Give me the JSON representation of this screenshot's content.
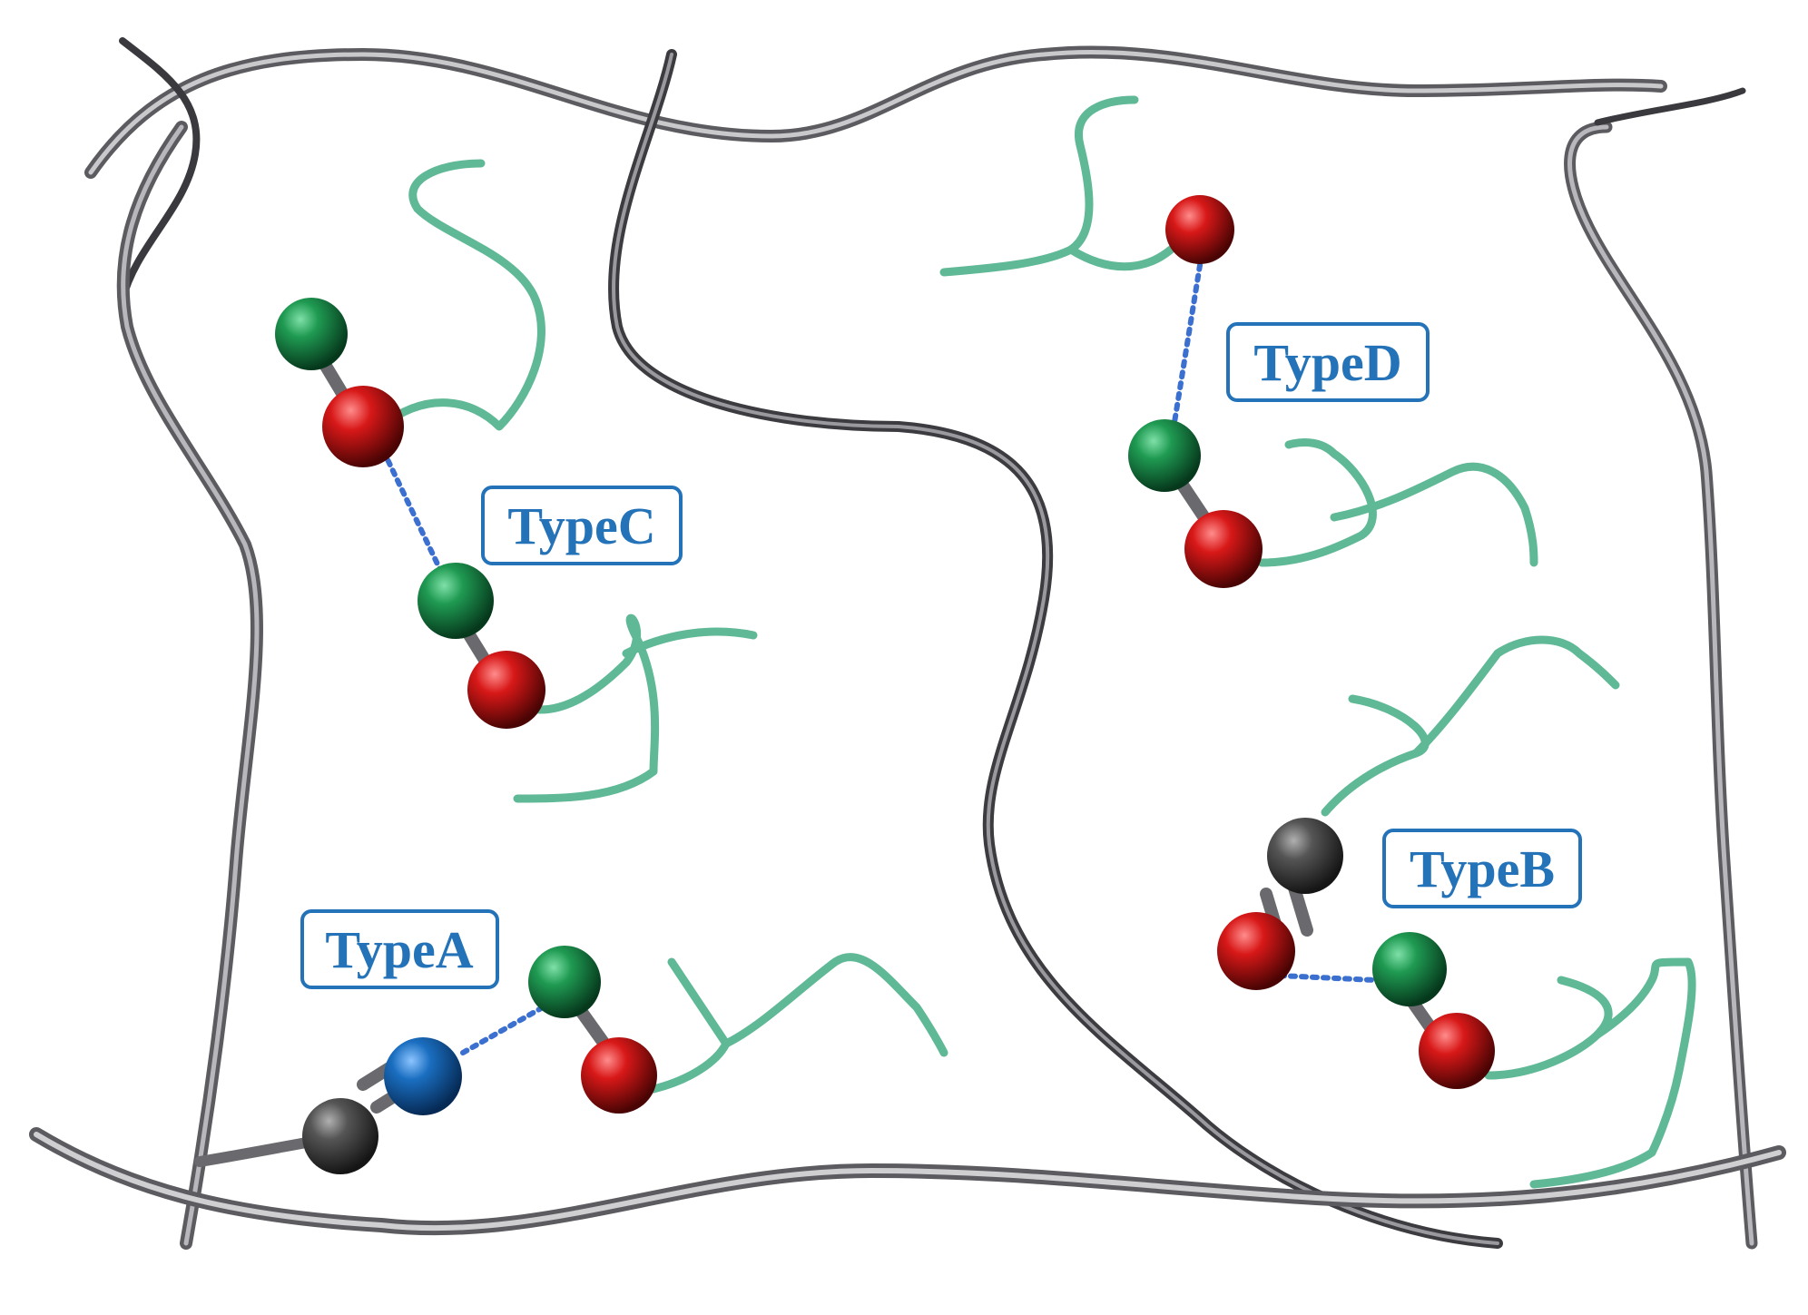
{
  "labels": {
    "type_a": "TypeA",
    "type_b": "TypeB",
    "type_c": "TypeC",
    "type_d": "TypeD"
  },
  "colors": {
    "backbone": "#8a8a8c",
    "backbone_dark": "#4a4a4c",
    "side_chain": "#5fb896",
    "atom_green": "#1f8a4c",
    "atom_red": "#d01a1a",
    "atom_blue": "#1a6ec0",
    "atom_gray": "#4a4a4a",
    "hbond": "#3b6fd0",
    "label": "#2473b8"
  }
}
